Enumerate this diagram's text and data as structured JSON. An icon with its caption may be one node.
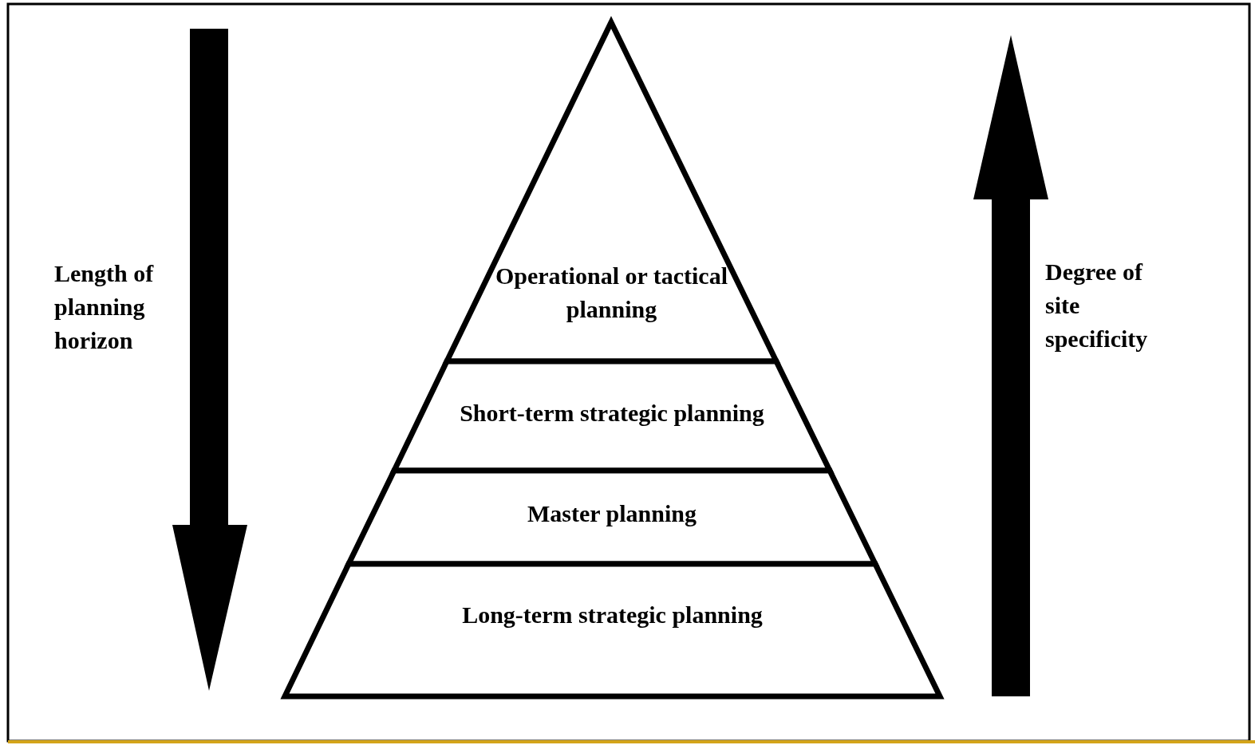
{
  "diagram": {
    "nodes": [
      {
        "text": [
          "Operational or tactical planning"
        ]
      },
      {
        "text": [
          "Short-term strategic  planning"
        ]
      },
      {
        "text": [
          "Master planning"
        ]
      },
      {
        "text": [
          "Long-term strategic planning"
        ]
      }
    ],
    "labels": [
      "Length of planning horizon",
      "Degree of site specificity"
    ]
  }
}
